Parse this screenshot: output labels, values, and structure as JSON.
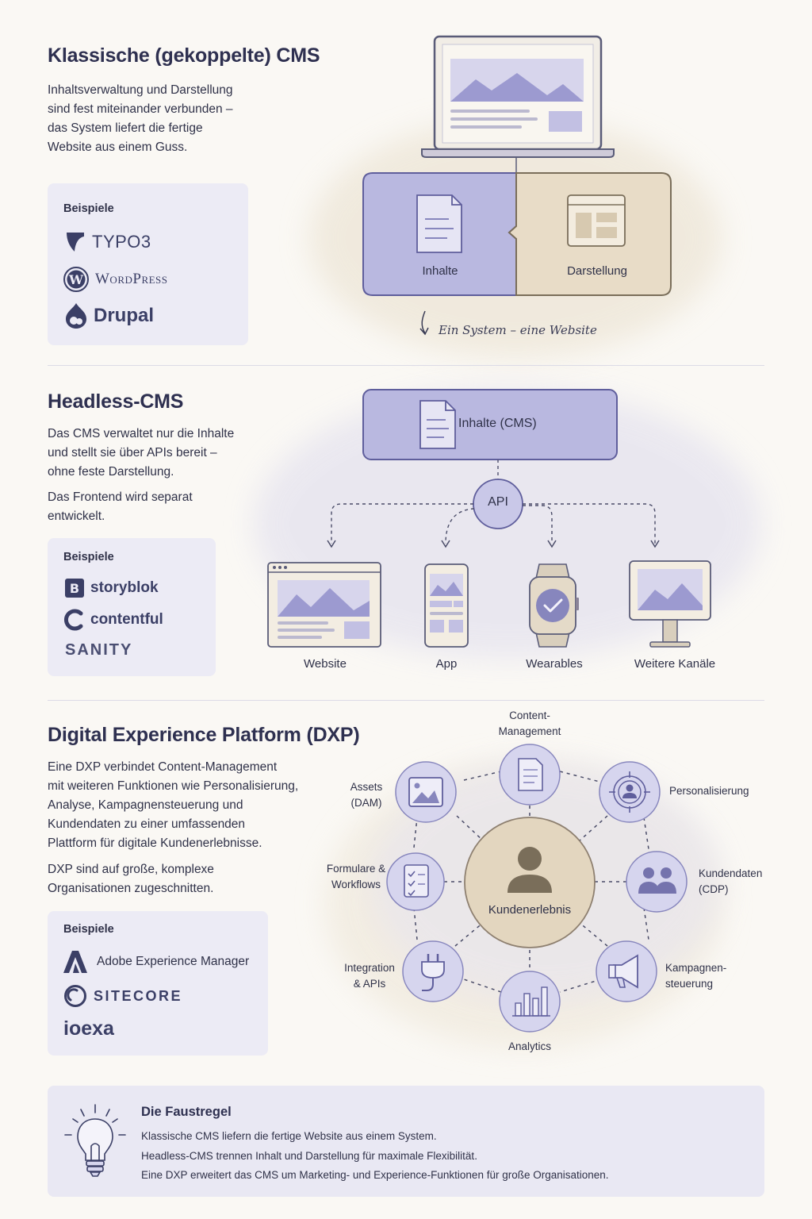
{
  "section1": {
    "title": "Klassische (gekoppelte) CMS",
    "description": [
      "Inhaltsverwaltung und Darstellung",
      "sind fest miteinander verbunden –",
      "das System liefert die fertige",
      "Website aus einem Guss."
    ],
    "examples_label": "Beispiele",
    "examples": [
      "TYPO3",
      "WordPress",
      "Drupal"
    ],
    "diagram": {
      "left_label": "Inhalte",
      "right_label": "Darstellung",
      "caption": "Ein System – eine Website"
    }
  },
  "section2": {
    "title": "Headless-CMS",
    "description": [
      "Das CMS verwaltet nur die Inhalte",
      "und stellt sie über APIs bereit –",
      "ohne feste Darstellung."
    ],
    "description2": [
      "Das Frontend wird separat",
      "entwickelt."
    ],
    "examples_label": "Beispiele",
    "examples": [
      "storyblok",
      "contentful",
      "SANITY"
    ],
    "diagram": {
      "cms_label": "Inhalte (CMS)",
      "api_label": "API",
      "channels": [
        "Website",
        "App",
        "Wearables",
        "Weitere Kanäle"
      ]
    }
  },
  "section3": {
    "title": "Digital Experience Platform (DXP)",
    "description": [
      "Eine DXP verbindet Content-Management",
      "mit weiteren Funktionen wie Personalisierung,",
      "Analyse, Kampagnensteuerung und",
      "Kundendaten zu einer umfassenden",
      "Plattform für digitale Kundenerlebnisse."
    ],
    "description2": [
      "DXP sind auf große, komplexe",
      "Organisationen zugeschnitten."
    ],
    "examples_label": "Beispiele",
    "examples": [
      "Adobe Experience Manager",
      "SITECORE",
      "ioexa"
    ],
    "diagram": {
      "center_label": "Kundenerlebnis",
      "nodes": {
        "content": [
          "Content-",
          "Management"
        ],
        "personalization": [
          "Personalisierung"
        ],
        "customer_data": [
          "Kundendaten",
          "(CDP)"
        ],
        "campaigns": [
          "Kampagnen-",
          "steuerung"
        ],
        "analytics": [
          "Analytics"
        ],
        "integration": [
          "Integration",
          "& APIs"
        ],
        "forms": [
          "Formulare &",
          "Workflows"
        ],
        "assets": [
          "Assets",
          "(DAM)"
        ]
      }
    }
  },
  "rule": {
    "title": "Die Faustregel",
    "lines": [
      "Klassische CMS liefern die fertige Website aus einem System.",
      "Headless-CMS trennen Inhalt und Darstellung für maximale Flexibilität.",
      "Eine DXP erweitert das CMS um Marketing- und Experience-Funktionen für große Organisationen."
    ]
  },
  "colors": {
    "lavender": "#b9b8e0",
    "lavender_dark": "#5f5e9c",
    "beige": "#e8dcc7",
    "navy": "#2e3050"
  }
}
